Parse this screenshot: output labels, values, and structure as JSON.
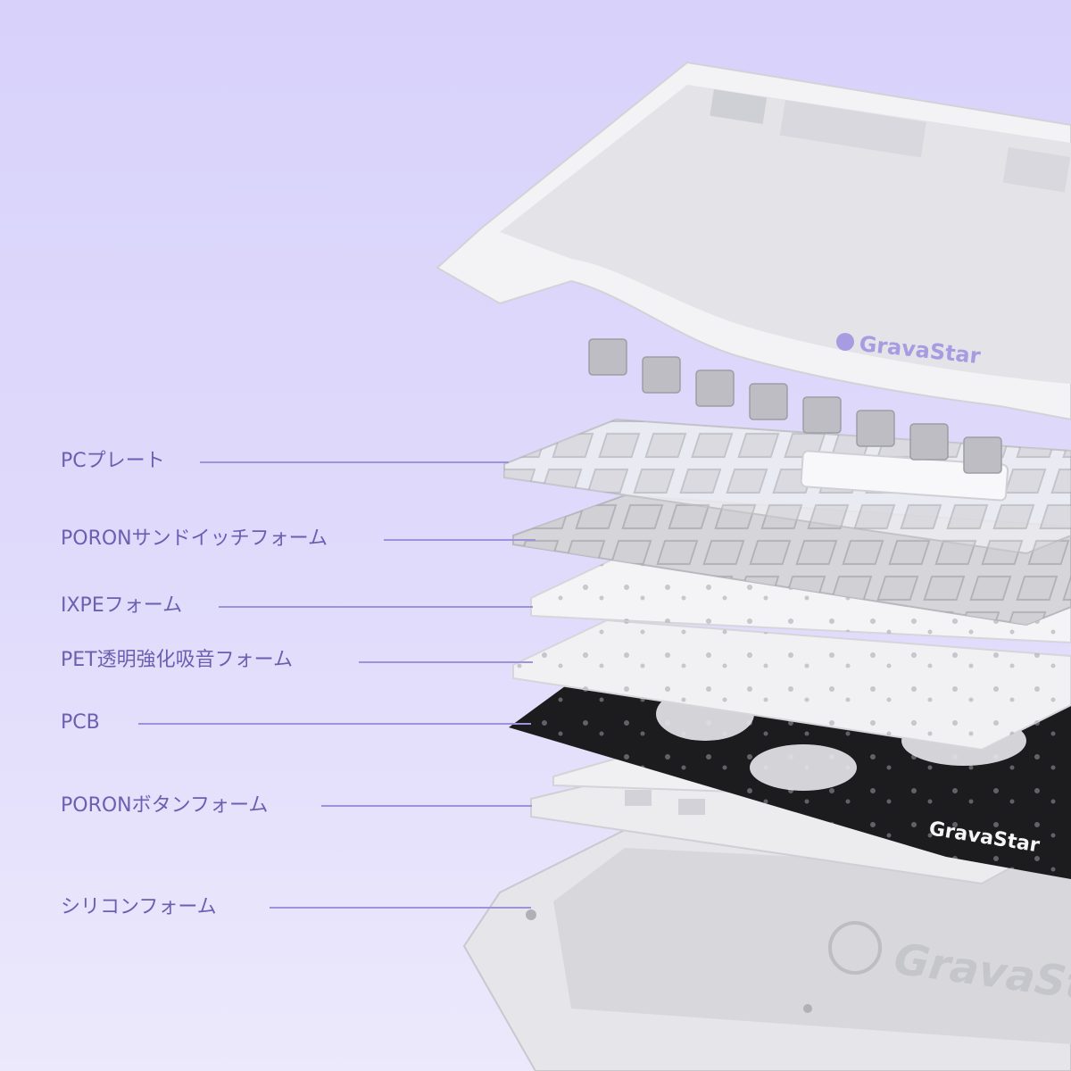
{
  "brand": {
    "name": "GravaStar"
  },
  "labels": [
    {
      "id": "pc-plate",
      "text": "PCプレート"
    },
    {
      "id": "poron-sandwich",
      "text": "PORONサンドイッチフォーム"
    },
    {
      "id": "ixpe",
      "text": "IXPEフォーム"
    },
    {
      "id": "pet",
      "text": "PET透明強化吸音フォーム"
    },
    {
      "id": "pcb",
      "text": "PCB"
    },
    {
      "id": "poron-button",
      "text": "PORONボタンフォーム"
    },
    {
      "id": "silicone",
      "text": "シリコンフォーム"
    }
  ],
  "colors": {
    "label_text": "#6b5fb0",
    "leader_line": "#9e93db",
    "background_top": "#d8d2fb",
    "background_bottom": "#ece9fc"
  }
}
